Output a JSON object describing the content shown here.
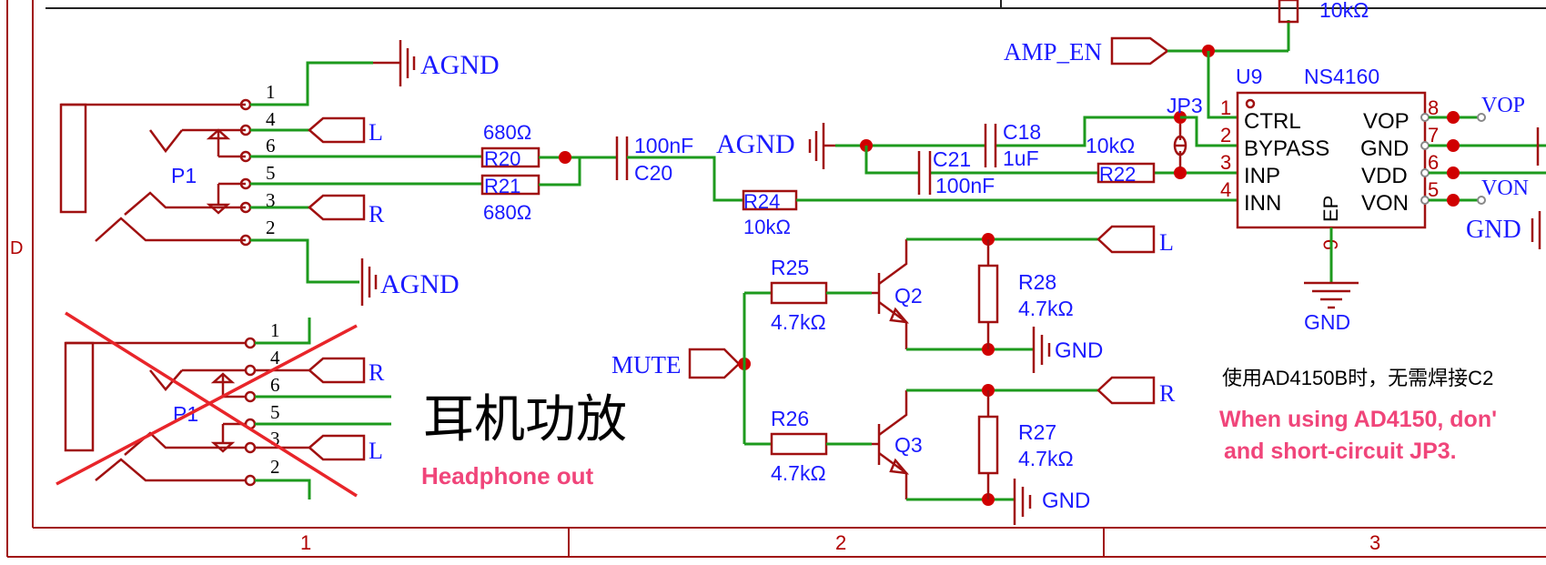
{
  "frame": {
    "zone_d": "D",
    "col_1": "1",
    "col_2": "2",
    "col_3": "3"
  },
  "labels": {
    "agnd_top": "AGND",
    "agnd_mid": "AGND",
    "agnd_c": "AGND",
    "l_top": "L",
    "r_top": "R",
    "p1_top": "P1",
    "r_bot": "R",
    "l_bot": "L",
    "p1_bot": "P1",
    "amp_en": "AMP_EN",
    "mute": "MUTE",
    "l_out": "L",
    "r_out": "R",
    "gnd_q2": "GND",
    "gnd_q3": "GND",
    "gnd_u9": "GND",
    "gnd_right": "GND",
    "vop": "VOP",
    "von": "VON"
  },
  "jack_pins": {
    "p1": "1",
    "p4": "4",
    "p6": "6",
    "p5": "5",
    "p3": "3",
    "p2": "2"
  },
  "components": {
    "r20": {
      "ref": "R20",
      "value": "680Ω"
    },
    "r21": {
      "ref": "R21",
      "value": "680Ω"
    },
    "c20": {
      "ref": "C20",
      "value": "100nF"
    },
    "r24": {
      "ref": "R24",
      "value": "10kΩ"
    },
    "c18": {
      "ref": "C18",
      "value": "1uF"
    },
    "c21": {
      "ref": "C21",
      "value": "100nF"
    },
    "r22": {
      "ref": "R22",
      "value": "10kΩ"
    },
    "r_top": {
      "value": "10kΩ"
    },
    "jp3": {
      "ref": "JP3"
    },
    "r25": {
      "ref": "R25",
      "value": "4.7kΩ"
    },
    "r26": {
      "ref": "R26",
      "value": "4.7kΩ"
    },
    "r28": {
      "ref": "R28",
      "value": "4.7kΩ"
    },
    "r27": {
      "ref": "R27",
      "value": "4.7kΩ"
    },
    "q2": {
      "ref": "Q2"
    },
    "q3": {
      "ref": "Q3"
    }
  },
  "ic": {
    "ref": "U9",
    "part": "NS4160",
    "pins_left": [
      {
        "num": "1",
        "name": "CTRL"
      },
      {
        "num": "2",
        "name": "BYPASS"
      },
      {
        "num": "3",
        "name": "INP"
      },
      {
        "num": "4",
        "name": "INN"
      }
    ],
    "pins_right": [
      {
        "num": "8",
        "name": "VOP"
      },
      {
        "num": "7",
        "name": "GND"
      },
      {
        "num": "6",
        "name": "VDD"
      },
      {
        "num": "5",
        "name": "VON"
      }
    ],
    "pin_ep": {
      "num": "9",
      "name": "EP"
    }
  },
  "notes": {
    "title_cn": "耳机功放",
    "title_en": "Headphone out",
    "note_cn": "使用AD4150B时，无需焊接C2",
    "note_en_1": "When using AD4150, don'",
    "note_en_2": "and short-circuit JP3."
  },
  "colors": {
    "wire": "#1d9a1d",
    "component": "#a01010",
    "label": "#1a1aff",
    "note": "#f0457a",
    "junction": "#d00000"
  }
}
